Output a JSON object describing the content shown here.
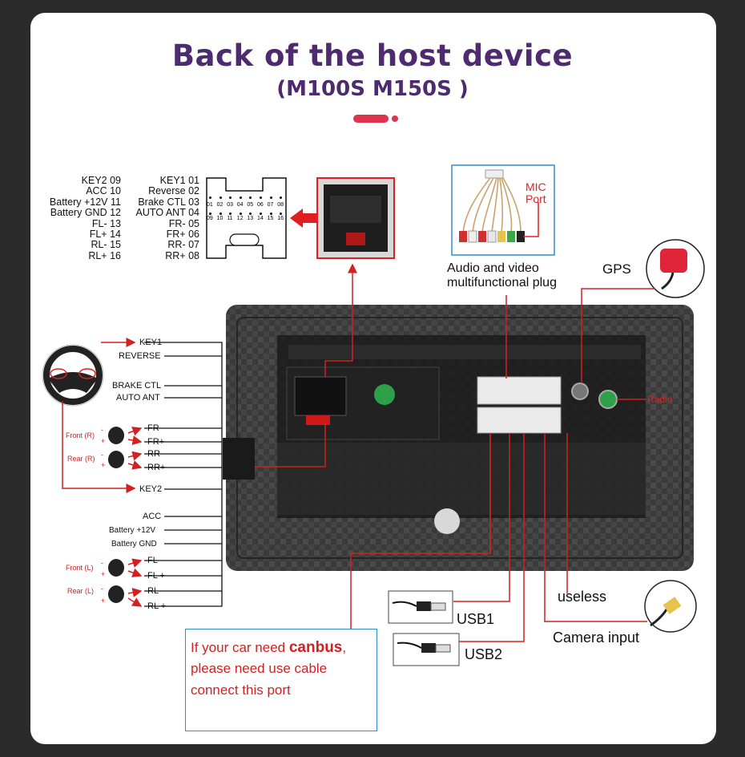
{
  "title": "Back of the host device",
  "subtitle": "(M100S M150S )",
  "iso_pins_left": [
    {
      "name": "KEY2",
      "pin": "09"
    },
    {
      "name": "ACC",
      "pin": "10"
    },
    {
      "name": "Battery +12V",
      "pin": "11"
    },
    {
      "name": "Battery GND",
      "pin": "12"
    },
    {
      "name": "FL-",
      "pin": "13"
    },
    {
      "name": "FL+",
      "pin": "14"
    },
    {
      "name": "RL-",
      "pin": "15"
    },
    {
      "name": "RL+",
      "pin": "16"
    }
  ],
  "iso_pins_right": [
    {
      "name": "KEY1",
      "pin": "01"
    },
    {
      "name": "Reverse",
      "pin": "02"
    },
    {
      "name": "Brake CTL",
      "pin": "03"
    },
    {
      "name": "AUTO ANT",
      "pin": "04"
    },
    {
      "name": "FR-",
      "pin": "05"
    },
    {
      "name": "FR+",
      "pin": "06"
    },
    {
      "name": "RR-",
      "pin": "07"
    },
    {
      "name": "RR+",
      "pin": "08"
    }
  ],
  "connector_top_numbers": [
    "01",
    "02",
    "03",
    "04",
    "05",
    "06",
    "07",
    "08"
  ],
  "connector_bottom_numbers": [
    "09",
    "10",
    "11",
    "12",
    "13",
    "14",
    "15",
    "16"
  ],
  "mic_label_1": "MIC",
  "mic_label_2": "Port",
  "av_label_1": "Audio and video",
  "av_label_2": "multifunctional plug",
  "gps_label": "GPS",
  "radio_label": "Radio",
  "harness": {
    "key1": "KEY1",
    "reverse": "REVERSE",
    "brake": "BRAKE CTL",
    "auto_ant": "AUTO ANT",
    "fr_minus": "FR-",
    "fr_plus": "FR+",
    "rr_minus": "RR-",
    "rr_plus": "RR+",
    "key2": "KEY2",
    "acc": "ACC",
    "batt12": "Battery +12V",
    "batt_gnd": "Battery GND",
    "fl_minus": "FL -",
    "fl_plus": "FL +",
    "rl_minus": "RL -",
    "rl_plus": "RL +"
  },
  "speakers": {
    "front_r": "Front (R)",
    "rear_r": "Rear (R)",
    "front_l": "Front (L)",
    "rear_l": "Rear (L)",
    "minus": "-",
    "plus": "+"
  },
  "usb1": "USB1",
  "usb2": "USB2",
  "useless": "useless",
  "camera": "Camera input",
  "canbus": {
    "line1_pre": "If your car need ",
    "line1_bold": "canbus",
    "line1_post": ",",
    "line2": "please need use cable",
    "line3": "connect this port"
  },
  "colors": {
    "title": "#4e2a6e",
    "accent": "#e0334f",
    "red_line": "#d32020",
    "frame": "#2f8fc9"
  }
}
